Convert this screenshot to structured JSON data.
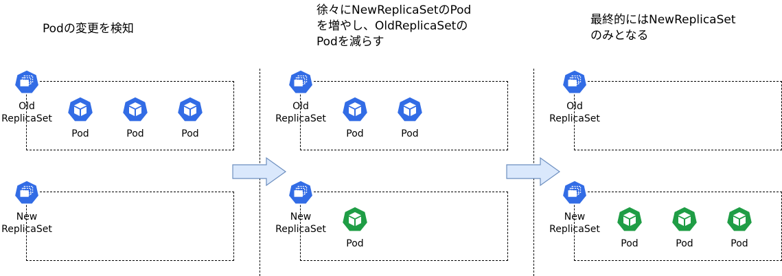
{
  "colors": {
    "kube_blue": "#326CE5",
    "pod_green": "#1F9D45",
    "arrow_fill": "#DAE8FC",
    "arrow_stroke": "#6C8EBF"
  },
  "stages": [
    {
      "title": "Podの変更を検知",
      "old_label": "Old\nReplicaSet",
      "new_label": "New\nReplicaSet",
      "old_pods": [
        "Pod",
        "Pod",
        "Pod"
      ],
      "new_pods": []
    },
    {
      "title": "徐々にNewReplicaSetのPod\nを増やし、OldReplicaSetの\nPodを減らす",
      "old_label": "Old\nReplicaSet",
      "new_label": "New\nReplicaSet",
      "old_pods": [
        "Pod",
        "Pod"
      ],
      "new_pods": [
        "Pod"
      ]
    },
    {
      "title": "最終的にはNewReplicaSet\nのみとなる",
      "old_label": "Old\nReplicaSet",
      "new_label": "New\nReplicaSet",
      "old_pods": [],
      "new_pods": [
        "Pod",
        "Pod",
        "Pod"
      ]
    }
  ]
}
